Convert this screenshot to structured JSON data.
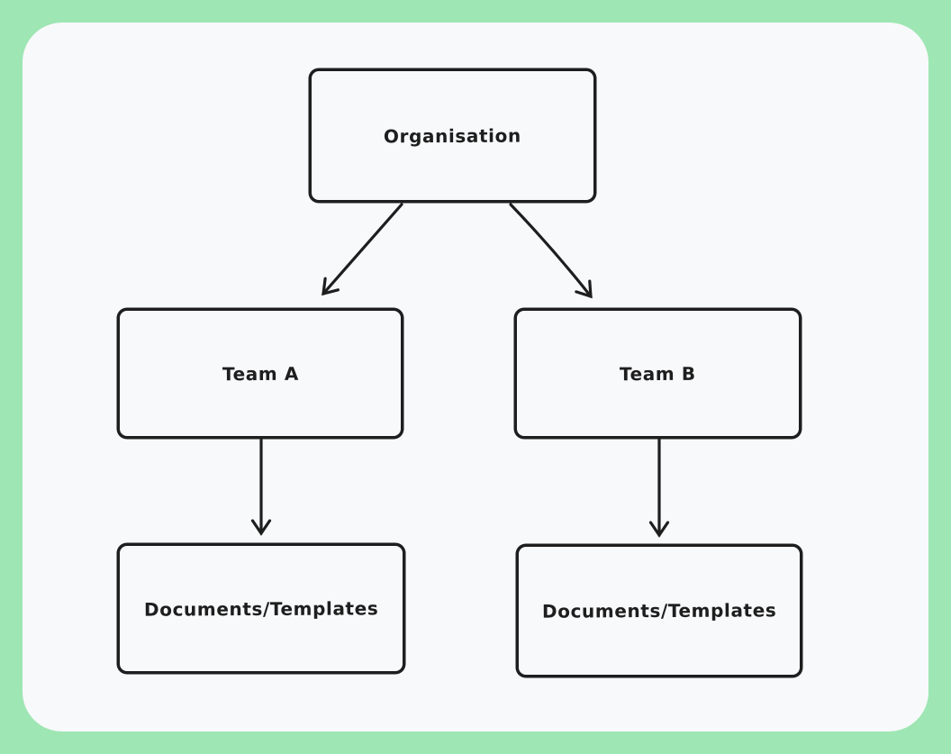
{
  "canvas": {
    "background_color": "#9ee6b3",
    "panel_color": "#f8f9fb",
    "stroke_color": "#1e1e1e"
  },
  "diagram": {
    "type": "flowchart",
    "style": "hand-drawn",
    "nodes": [
      {
        "id": "organisation",
        "label": "Organisation"
      },
      {
        "id": "team-a",
        "label": "Team A"
      },
      {
        "id": "team-b",
        "label": "Team B"
      },
      {
        "id": "docs-a",
        "label": "Documents/Templates"
      },
      {
        "id": "docs-b",
        "label": "Documents/Templates"
      }
    ],
    "edges": [
      {
        "from": "organisation",
        "to": "team-a",
        "arrow": "end"
      },
      {
        "from": "organisation",
        "to": "team-b",
        "arrow": "end"
      },
      {
        "from": "team-a",
        "to": "docs-a",
        "arrow": "end"
      },
      {
        "from": "team-b",
        "to": "docs-b",
        "arrow": "end"
      }
    ]
  }
}
